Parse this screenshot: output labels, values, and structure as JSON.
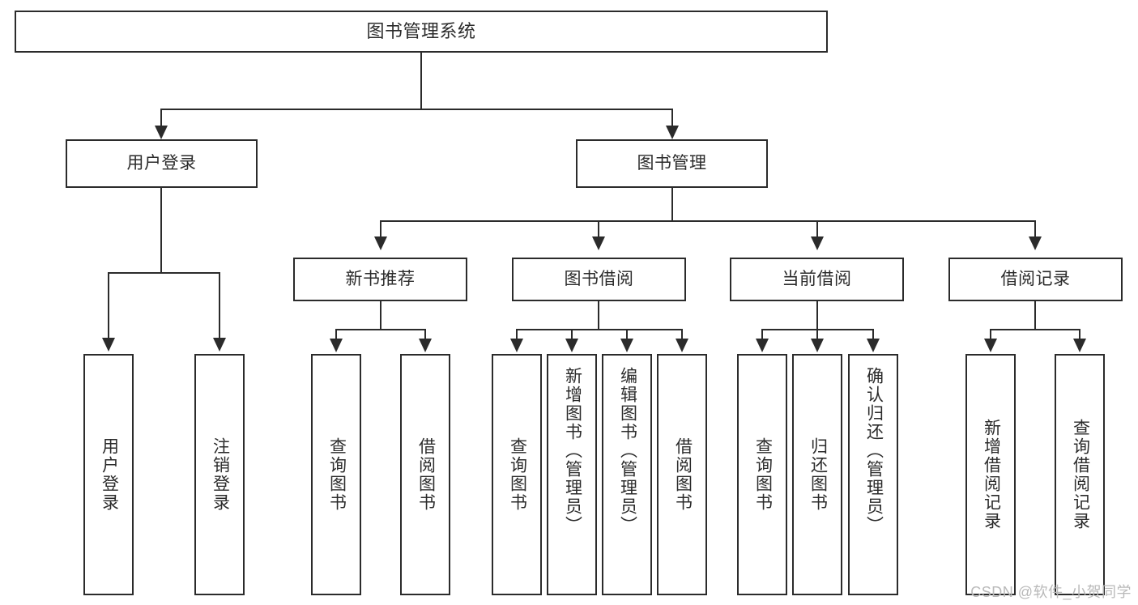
{
  "diagram": {
    "title": "图书管理系统",
    "type": "tree",
    "watermark": "CSDN @软件_小贺同学"
  },
  "root": {
    "label": "图书管理系统"
  },
  "level2": [
    {
      "label": "用户登录"
    },
    {
      "label": "图书管理"
    }
  ],
  "level3": [
    {
      "label": "新书推荐"
    },
    {
      "label": "图书借阅"
    },
    {
      "label": "当前借阅"
    },
    {
      "label": "借阅记录"
    }
  ],
  "leaves": {
    "user_login": [
      {
        "label": "用户登录"
      },
      {
        "label": "注销登录"
      }
    ],
    "new_book": [
      {
        "label": "查询图书"
      },
      {
        "label": "借阅图书"
      }
    ],
    "borrow_book": [
      {
        "label": "查询图书"
      },
      {
        "label": "新增图书（管理员）"
      },
      {
        "label": "编辑图书（管理员）"
      },
      {
        "label": "借阅图书"
      }
    ],
    "current_borrow": [
      {
        "label": "查询图书"
      },
      {
        "label": "归还图书"
      },
      {
        "label": "确认归还（管理员）"
      }
    ],
    "borrow_record": [
      {
        "label": "新增借阅记录"
      },
      {
        "label": "查询借阅记录"
      }
    ]
  },
  "colors": {
    "stroke": "#2b2b2b",
    "fill": "#ffffff",
    "watermark": "#b9b9b9"
  }
}
